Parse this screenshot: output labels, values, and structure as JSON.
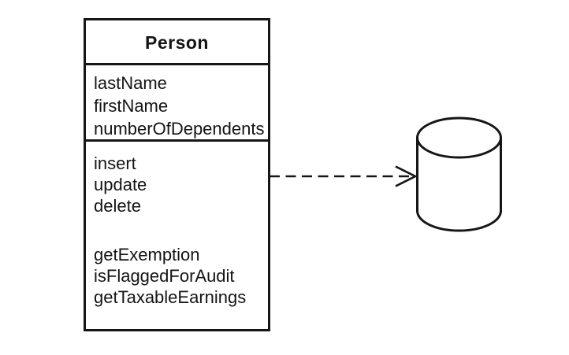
{
  "diagram": {
    "background_color": "#ffffff",
    "line_color": "#161616",
    "class_box": {
      "title": "Person",
      "attributes": [
        "lastName",
        "firstName",
        "numberOfDependents"
      ],
      "operations_crud": [
        "insert",
        "update",
        "delete"
      ],
      "operations_domain": [
        "getExemption",
        "isFlaggedForAudit",
        "getTaxableEarnings"
      ]
    },
    "connector": {
      "icon": "dashed-dependency-arrow"
    },
    "datastore": {
      "icon": "database-cylinder"
    }
  }
}
